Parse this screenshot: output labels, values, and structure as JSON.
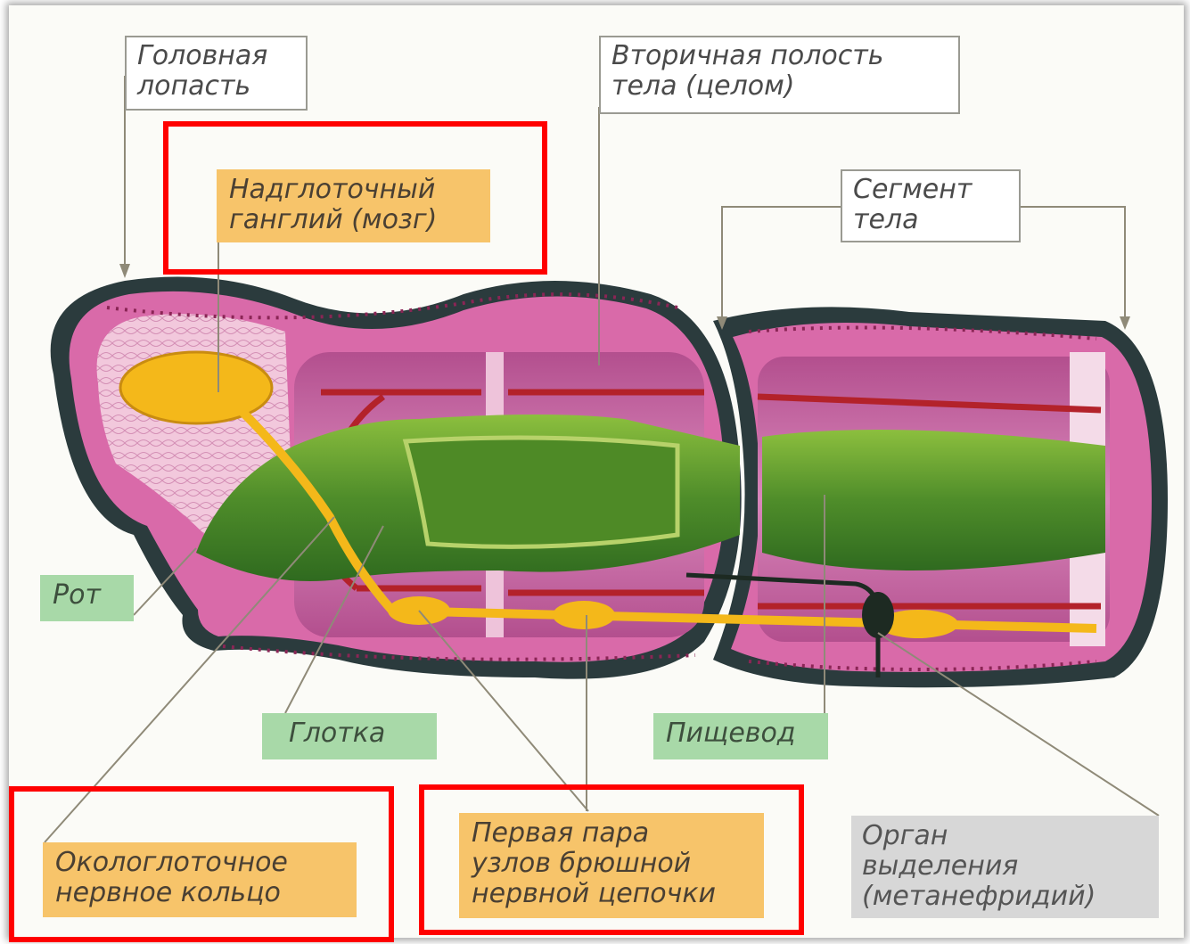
{
  "labels": {
    "head_lobe": "Головная\nлопасть",
    "ganglion": "Надглоточный\nганглий (мозг)",
    "coelom": "Вторичная полость\nтела (целом)",
    "segment": "Сегмент\nтела",
    "mouth": "Рот",
    "pharynx": "Глотка",
    "esophagus": "Пищевод",
    "nerve_ring": "Окологлоточное\nнервное кольцо",
    "ventral_nodes": "Первая пара\nузлов брюшной\nнервной цепочки",
    "excretory_organ": "Орган\nвыделения\n(метанефридий)"
  },
  "highlighted": [
    "ganglion",
    "nerve_ring",
    "ventral_nodes"
  ],
  "colors": {
    "highlight": "#ff0000",
    "body_wall": "#2b3b3d",
    "tissue": "#d46aa6",
    "gut": "#5e9a2e",
    "nerve": "#f4b81a",
    "vessel": "#b3222a"
  }
}
